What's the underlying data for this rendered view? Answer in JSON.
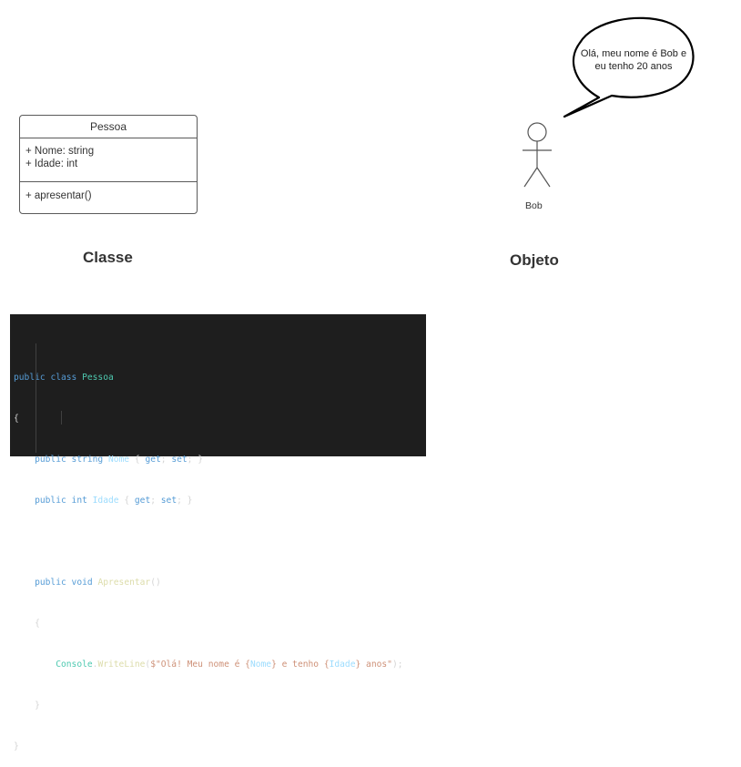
{
  "uml": {
    "class_name": "Pessoa",
    "attributes": [
      "+ Nome: string",
      "+ Idade: int"
    ],
    "methods": [
      "+ apresentar()"
    ]
  },
  "labels": {
    "classe": "Classe",
    "objeto": "Objeto"
  },
  "object": {
    "speech_line1": "Olá, meu nome é Bob e",
    "speech_line2": "eu tenho 20 anos",
    "actor_name": "Bob"
  },
  "code": {
    "l1": {
      "a": "public",
      "b": "class",
      "c": "Pessoa"
    },
    "l2": "{",
    "l3": {
      "a": "public",
      "b": "string",
      "c": "Nome",
      "d": "{",
      "e": "get",
      "f": ";",
      "g": "set",
      "h": "; }"
    },
    "l4": {
      "a": "public",
      "b": "int",
      "c": "Idade",
      "d": "{",
      "e": "get",
      "f": ";",
      "g": "set",
      "h": "; }"
    },
    "l6": {
      "a": "public",
      "b": "void",
      "c": "Apresentar",
      "d": "()"
    },
    "l7": "{",
    "l8": {
      "a": "Console",
      "b": ".",
      "c": "WriteLine",
      "d": "(",
      "e": "$\"Olá! Meu nome é {",
      "f": "Nome",
      "g": "} e tenho {",
      "h": "Idade",
      "i": "} anos\"",
      "j": ");"
    },
    "l9": "}",
    "l10": "}"
  },
  "colors": {
    "code_bg": "#1e1e1e",
    "keyword": "#569cd6",
    "type": "#4ec9b0",
    "property": "#9cdcfe",
    "method": "#dcdcaa",
    "string": "#ce9178"
  }
}
